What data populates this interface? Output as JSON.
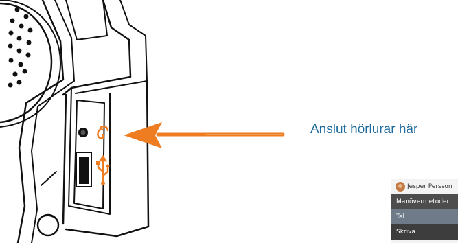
{
  "illustration": {
    "arrow_color": "#ee7d22",
    "accent_color": "#ee7d22",
    "icons": [
      "speaker-grille-icon",
      "headphone-icon",
      "usb-icon",
      "headphone-jack-port",
      "usb-port"
    ]
  },
  "caption": {
    "text": "Anslut hörlurar här",
    "color": "#1d6a9c"
  },
  "menu": {
    "user_name": "Jesper Persson",
    "items": [
      "Manövermetoder",
      "Tal",
      "Skriva"
    ],
    "selected_index": 1
  }
}
